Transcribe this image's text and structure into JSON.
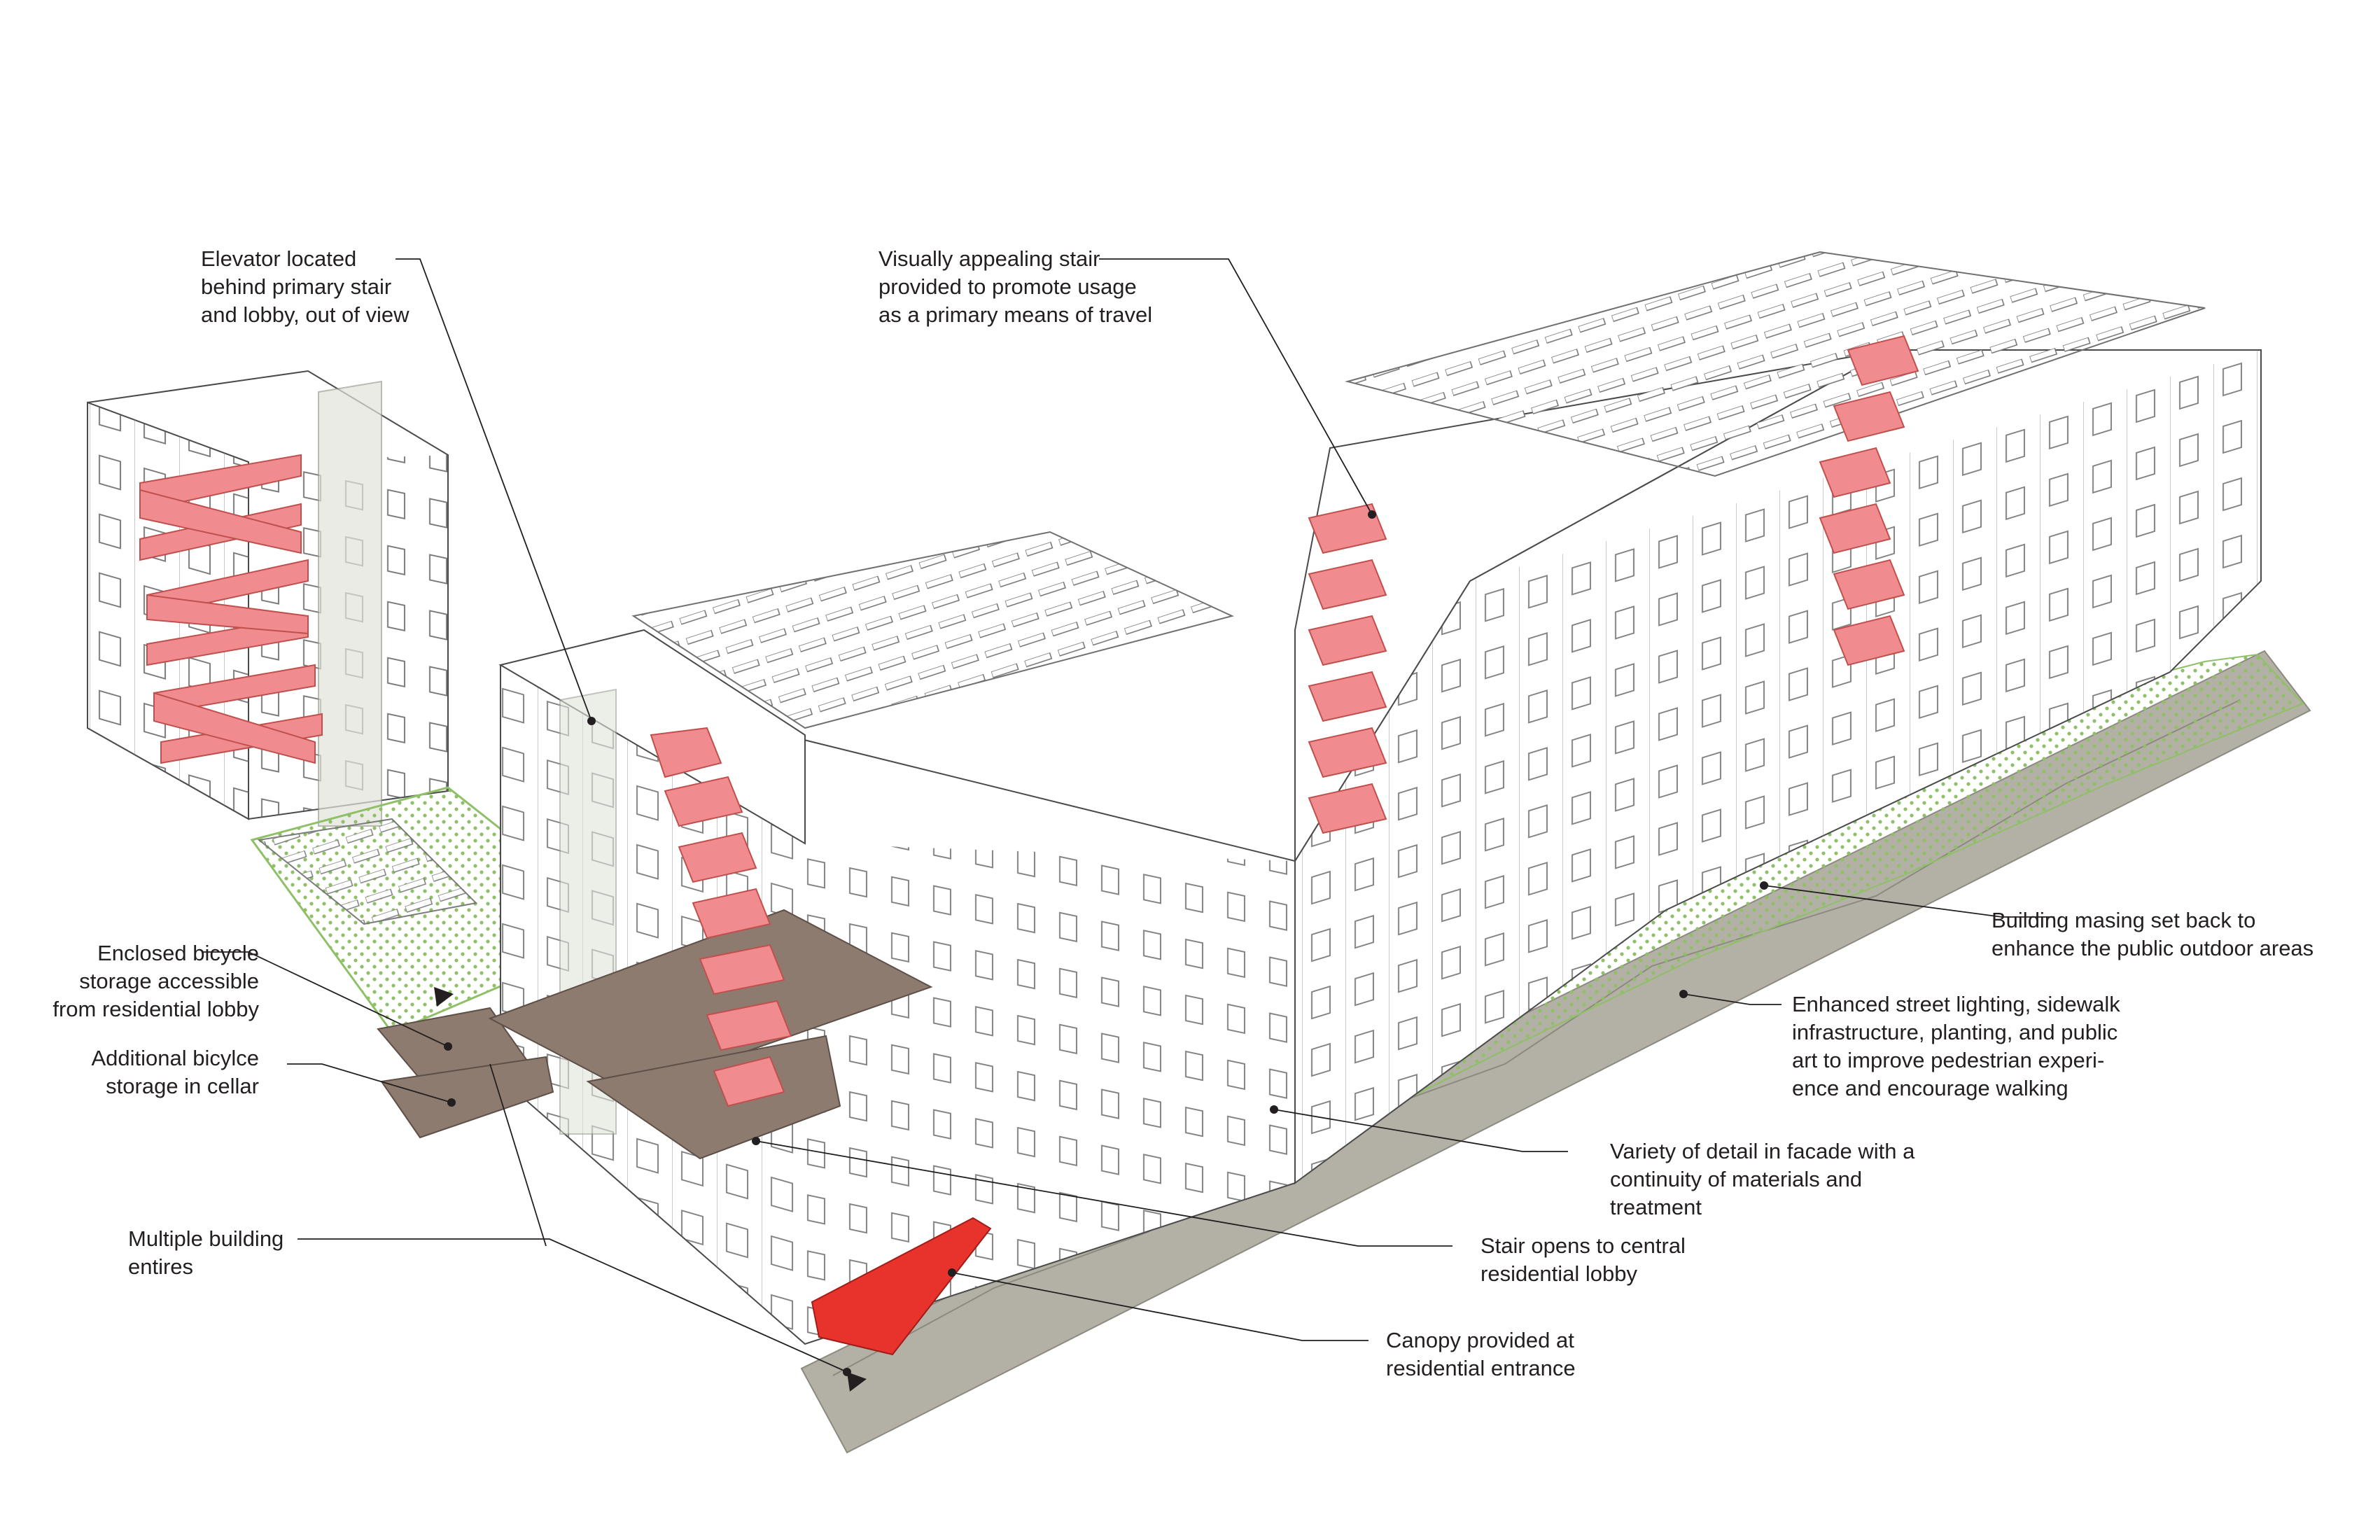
{
  "annotations": {
    "elevator": "Elevator located\nbehind primary stair\nand lobby, out of view",
    "visual_stair": "Visually appealing stair\nprovided to promote usage\nas a primary means of travel",
    "enclosed_bicycle": "Enclosed bicycle\nstorage accessible\nfrom residential lobby",
    "additional_bicycle": "Additional bicylce\nstorage in cellar",
    "multiple_entries": "Multiple building\nentires",
    "massing_setback": "Building masing set back to\nenhance the public outdoor areas",
    "street_lighting": "Enhanced street lighting, sidewalk\ninfrastructure, planting, and public\nart to improve pedestrian experi-\nence and encourage walking",
    "facade_detail": "Variety of detail in facade with a\ncontinuity of materials and\ntreatment",
    "stair_lobby": "Stair opens to central\nresidential lobby",
    "canopy": "Canopy provided at\nresidential entrance"
  },
  "colors": {
    "stair_red": "#f08b8f",
    "canopy_red": "#e8322c",
    "bike_storage_brown": "#8d7b70",
    "sidewalk_gray": "#b3b0a5",
    "planting_green": "#8fc068",
    "line_dark": "#231f20"
  },
  "icons": [
    "entry-triangle-icon",
    "leader-dot-icon"
  ]
}
